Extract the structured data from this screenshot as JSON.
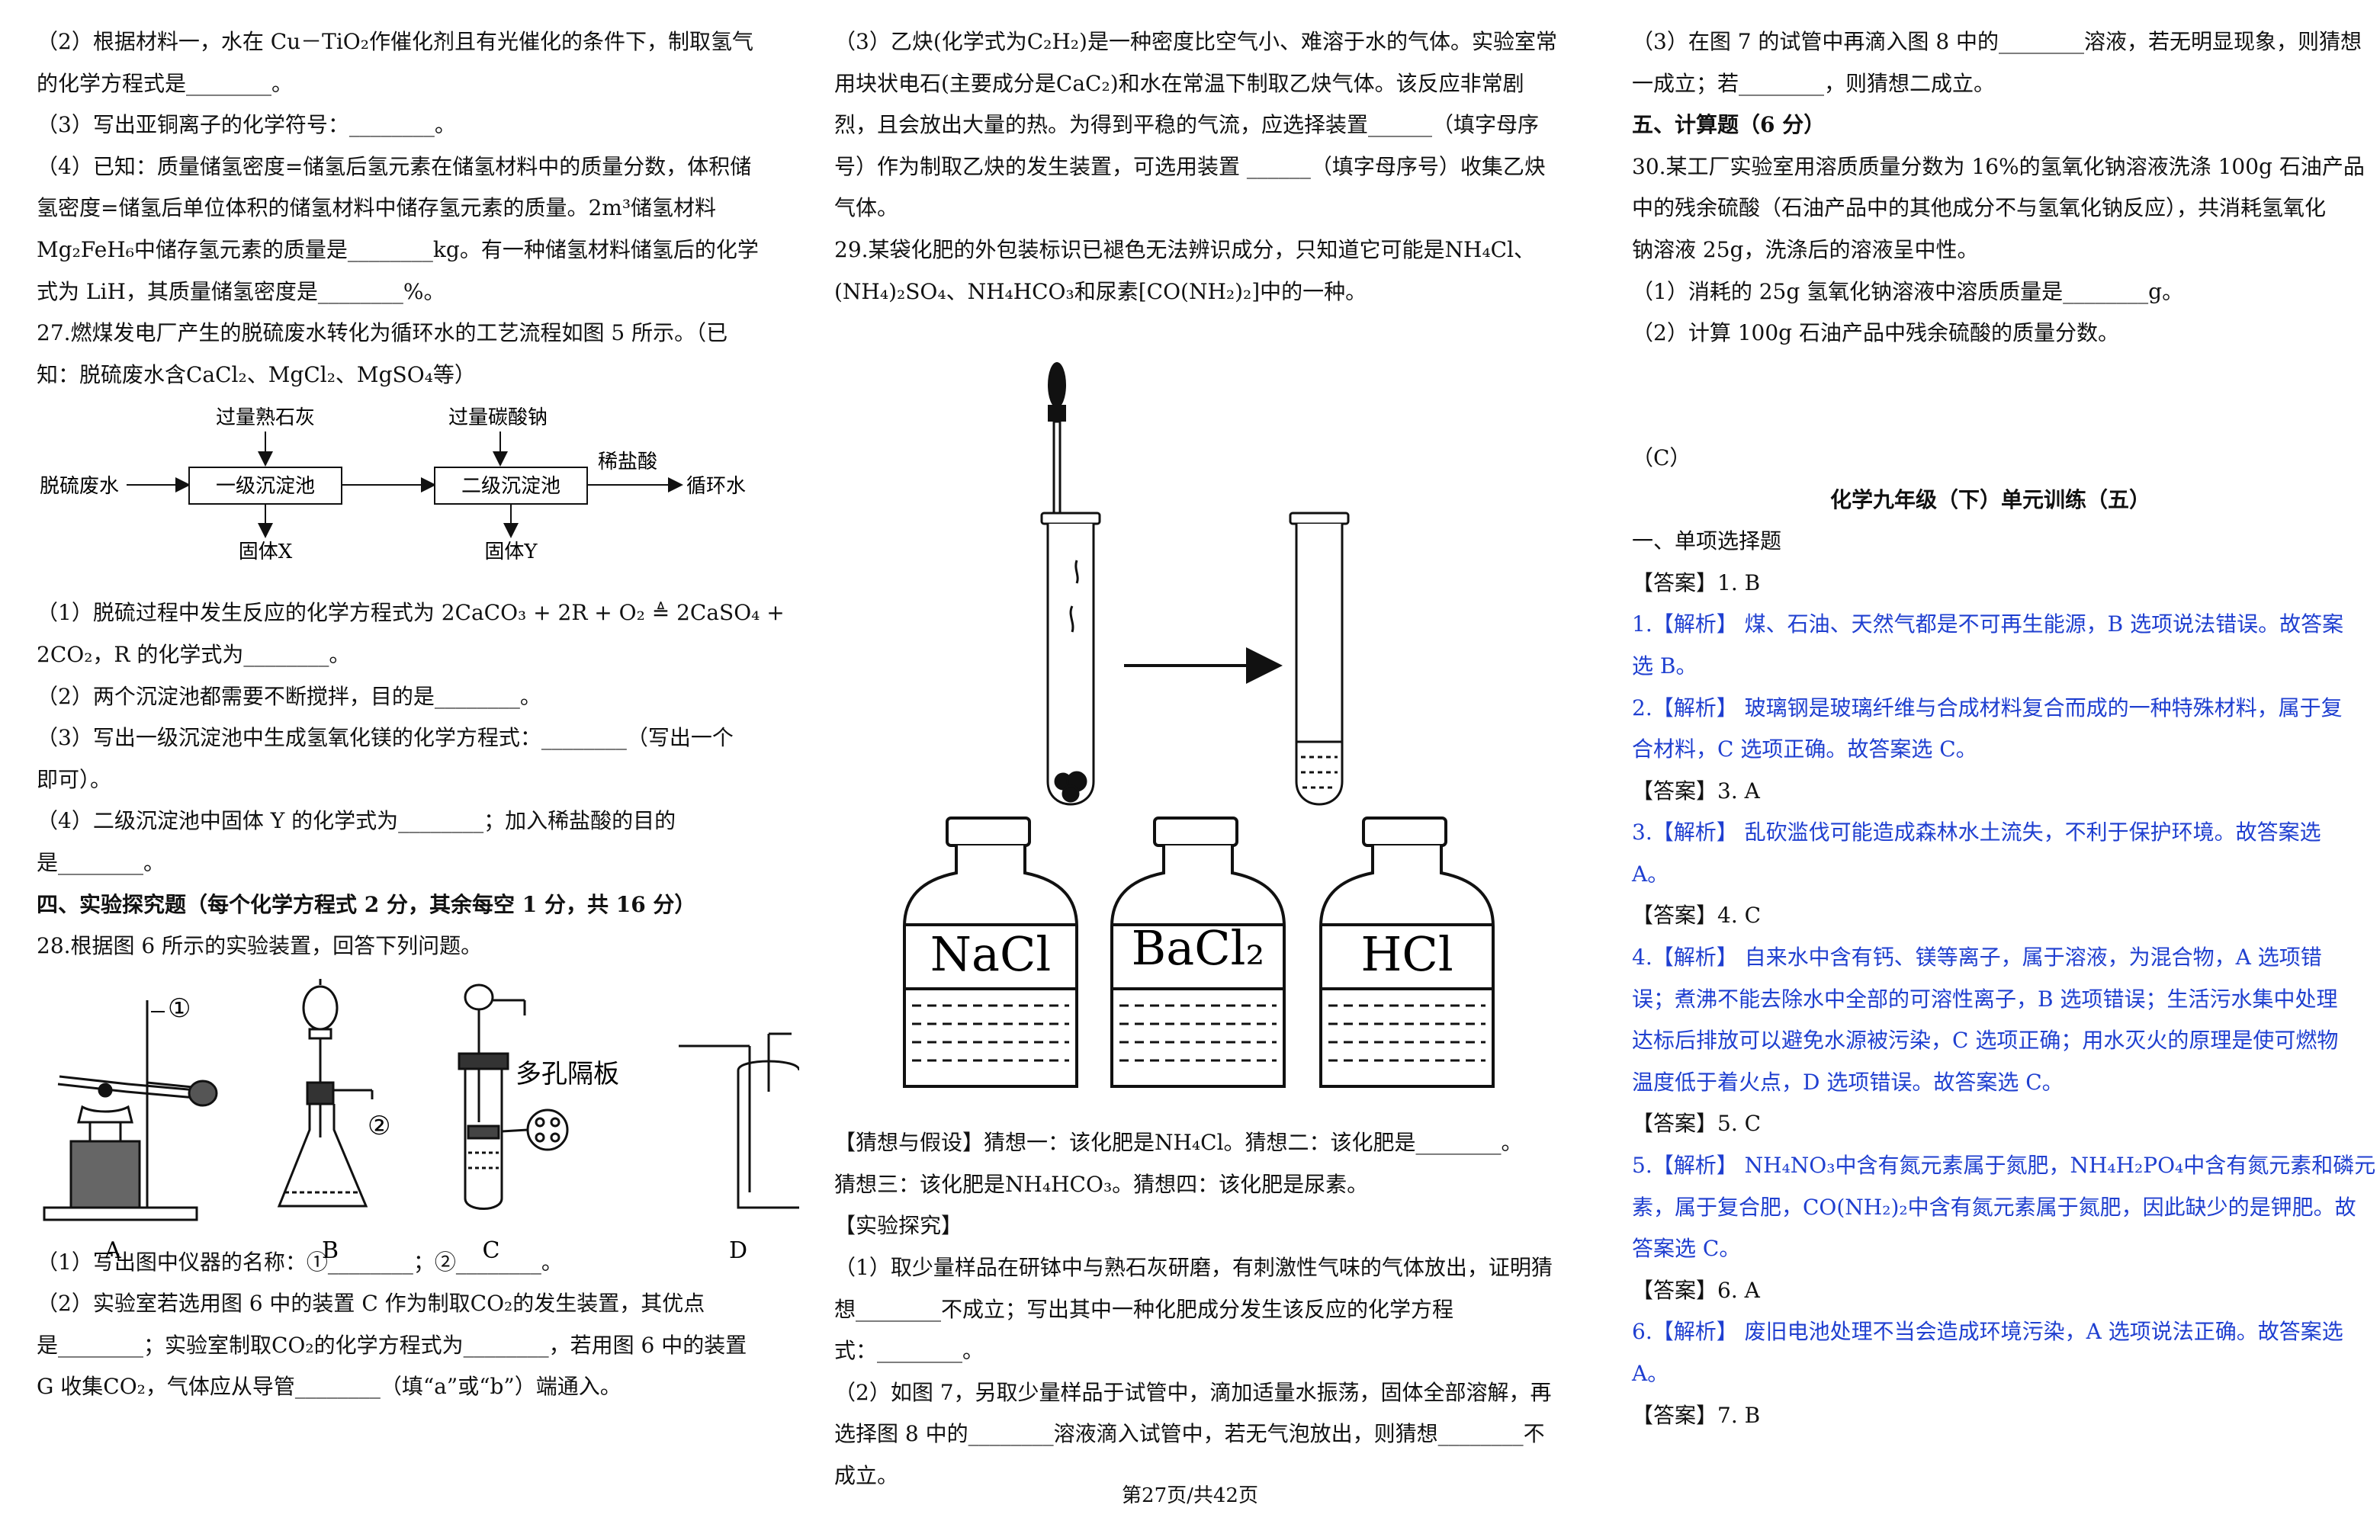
{
  "col1_lines": [
    "（2）根据材料一，水在 Cu－TiO₂作催化剂且有光催化的条件下，制取氢气",
    "的化学方程式是________。",
    "（3）写出亚铜离子的化学符号：________。",
    "（4）已知：质量储氢密度=储氢后氢元素在储氢材料中的质量分数，体积储",
    "氢密度=储氢后单位体积的储氢材料中储存氢元素的质量。2m³储氢材料",
    "Mg₂FeH₆中储存氢元素的质量是________kg。有一种储氢材料储氢后的化学",
    "式为 LiH，其质量储氢密度是________%。",
    "27.燃煤发电厂产生的脱硫废水转化为循环水的工艺流程如图 5 所示。（已",
    "知：脱硫废水含CaCl₂、MgCl₂、MgSO₄等）"
  ],
  "flow": {
    "top_label_1": "过量熟石灰",
    "top_label_2": "过量碳酸钠",
    "input": "脱硫废水",
    "box_1": "一级沉淀池",
    "box_2": "二级沉淀池",
    "acid": "稀盐酸",
    "output": "循环水",
    "solid_x": "固体X",
    "solid_y": "固体Y"
  },
  "col1_lines_b": [
    "（1）脱硫过程中发生反应的化学方程式为 2CaCO₃ + 2R + O₂ ≜ 2CaSO₄ +",
    "2CO₂，R 的化学式为________。",
    "（2）两个沉淀池都需要不断搅拌，目的是________。",
    "（3）写出一级沉淀池中生成氢氧化镁的化学方程式：________（写出一个",
    "即可）。",
    "（4）二级沉淀池中固体 Y 的化学式为________；加入稀盐酸的目的",
    "是________。",
    "四、实验探究题（每个化学方程式 2 分，其余每空 1 分，共 16 分）",
    "28.根据图 6 所示的实验装置，回答下列问题。"
  ],
  "apparatus": {
    "marker_1": "①",
    "marker_2": "②",
    "plate_label": "多孔隔板",
    "label_a": "A",
    "label_b": "B",
    "label_c": "C",
    "label_d": "D"
  },
  "col1_lines_c": [
    "（1）写出图中仪器的名称：①________；②________。",
    "（2）实验室若选用图 6 中的装置 C 作为制取CO₂的发生装置，其优点",
    "是________；实验室制取CO₂的化学方程式为________，若用图 6 中的装置",
    "G 收集CO₂，气体应从导管________（填“a”或“b”）端通入。"
  ],
  "col2_lines": [
    "（3）乙炔(化学式为C₂H₂)是一种密度比空气小、难溶于水的气体。实验室常",
    "用块状电石(主要成分是CaC₂)和水在常温下制取乙炔气体。该反应非常剧",
    "烈，且会放出大量的热。为得到平稳的气流，应选择装置______（填字母序",
    "号）作为制取乙炔的发生装置，可选用装置 ______（填字母序号）收集乙炔",
    "气体。",
    "29.某袋化肥的外包装标识已褪色无法辨识成分，只知道它可能是NH₄Cl、",
    "(NH₄)₂SO₄、NH₄HCO₃和尿素[CO(NH₂)₂]中的一种。"
  ],
  "bottles": {
    "b1": "NaCl",
    "b2": "BaCl₂",
    "b3": "HCl"
  },
  "col2_lines_b": [
    "【猜想与假设】猜想一：该化肥是NH₄Cl。猜想二：该化肥是________。",
    "猜想三：该化肥是NH₄HCO₃。猜想四：该化肥是尿素。",
    "【实验探究】",
    "（1）取少量样品在研钵中与熟石灰研磨，有刺激性气味的气体放出，证明猜",
    "想________不成立；写出其中一种化肥成分发生该反应的化学方程",
    "式：________。",
    "（2）如图 7，另取少量样品于试管中，滴加适量水振荡，固体全部溶解，再",
    "选择图 8 中的________溶液滴入试管中，若无气泡放出，则猜想________不",
    "成立。"
  ],
  "col3_lines": [
    {
      "t": "（3）在图 7 的试管中再滴入图 8 中的________溶液，若无明显现象，则猜想",
      "c": ""
    },
    {
      "t": "一成立；若________，则猜想二成立。",
      "c": ""
    },
    {
      "t": "五、计算题（6 分）",
      "c": "b"
    },
    {
      "t": "30.某工厂实验室用溶质质量分数为 16%的氢氧化钠溶液洗涤 100g 石油产品",
      "c": ""
    },
    {
      "t": "中的残余硫酸（石油产品中的其他成分不与氢氧化钠反应），共消耗氢氧化",
      "c": ""
    },
    {
      "t": "钠溶液 25g，洗涤后的溶液呈中性。",
      "c": ""
    },
    {
      "t": "（1）消耗的 25g 氢氧化钠溶液中溶质质量是________g。",
      "c": ""
    },
    {
      "t": "（2）计算 100g 石油产品中残余硫酸的质量分数。",
      "c": ""
    },
    {
      "t": "",
      "c": ""
    },
    {
      "t": "",
      "c": ""
    },
    {
      "t": "（C）",
      "c": ""
    },
    {
      "t": "化学九年级（下）单元训练（五）",
      "c": "center"
    },
    {
      "t": "一、单项选择题",
      "c": ""
    },
    {
      "t": "【答案】1. B",
      "c": ""
    },
    {
      "t": "1.【解析】 煤、石油、天然气都是不可再生能源，B 选项说法错误。故答案",
      "c": "blue"
    },
    {
      "t": "选 B。",
      "c": "blue"
    },
    {
      "t": "2.【解析】 玻璃钢是玻璃纤维与合成材料复合而成的一种特殊材料，属于复",
      "c": "blue"
    },
    {
      "t": "合材料，C 选项正确。故答案选 C。",
      "c": "blue"
    },
    {
      "t": "【答案】3. A",
      "c": ""
    },
    {
      "t": "3.【解析】 乱砍滥伐可能造成森林水土流失，不利于保护环境。故答案选",
      "c": "blue"
    },
    {
      "t": "A。",
      "c": "blue"
    },
    {
      "t": "【答案】4. C",
      "c": ""
    },
    {
      "t": "4.【解析】 自来水中含有钙、镁等离子，属于溶液，为混合物，A 选项错",
      "c": "blue"
    },
    {
      "t": "误；煮沸不能去除水中全部的可溶性离子，B 选项错误；生活污水集中处理",
      "c": "blue"
    },
    {
      "t": "达标后排放可以避免水源被污染，C 选项正确；用水灭火的原理是使可燃物",
      "c": "blue"
    },
    {
      "t": "温度低于着火点，D 选项错误。故答案选 C。",
      "c": "blue"
    },
    {
      "t": "【答案】5. C",
      "c": ""
    },
    {
      "t": "5.【解析】 NH₄NO₃中含有氮元素属于氮肥，NH₄H₂PO₄中含有氮元素和磷元",
      "c": "blue"
    },
    {
      "t": "素，属于复合肥，CO(NH₂)₂中含有氮元素属于氮肥，因此缺少的是钾肥。故",
      "c": "blue"
    },
    {
      "t": "答案选 C。",
      "c": "blue"
    },
    {
      "t": "【答案】6. A",
      "c": ""
    },
    {
      "t": "6.【解析】 废旧电池处理不当会造成环境污染，A 选项说法正确。故答案选",
      "c": "blue"
    },
    {
      "t": "A。",
      "c": "blue"
    },
    {
      "t": "【答案】7. B",
      "c": ""
    }
  ],
  "footer": "第27页/共42页"
}
